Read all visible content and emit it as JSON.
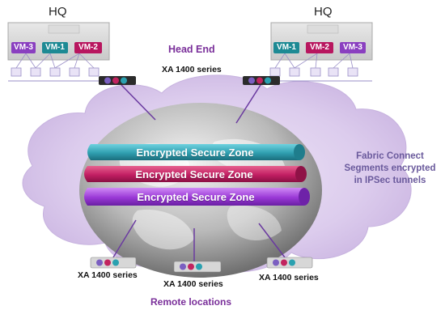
{
  "hq_left": {
    "title": "HQ",
    "vms": [
      "VM-3",
      "VM-1",
      "VM-2"
    ]
  },
  "hq_right": {
    "title": "HQ",
    "vms": [
      "VM-1",
      "VM-2",
      "VM-3"
    ]
  },
  "head_end": "Head End",
  "headend_device_label": "XA 1400 series",
  "zones": [
    "Encrypted Secure Zone",
    "Encrypted Secure Zone",
    "Encrypted Secure Zone"
  ],
  "fabric_note": [
    "Fabric Connect",
    "Segments encrypted",
    "in IPSec tunnels"
  ],
  "remote_devices": [
    "XA 1400 series",
    "XA 1400 series",
    "XA 1400 series"
  ],
  "remote_locations": "Remote locations",
  "colors": {
    "vm_purple": "#8a3fc0",
    "vm_teal": "#1d8a94",
    "vm_magenta": "#b8165f",
    "zone_teal": "#2f9fb0",
    "zone_magenta": "#c21f63",
    "zone_purple": "#9a38d6",
    "cloud": "#d8c8ec",
    "accent_text": "#7a2f9a"
  },
  "icons": [
    "cloud-icon",
    "globe-icon",
    "server-rack-icon",
    "network-switch-icon",
    "xa-appliance-icon"
  ]
}
